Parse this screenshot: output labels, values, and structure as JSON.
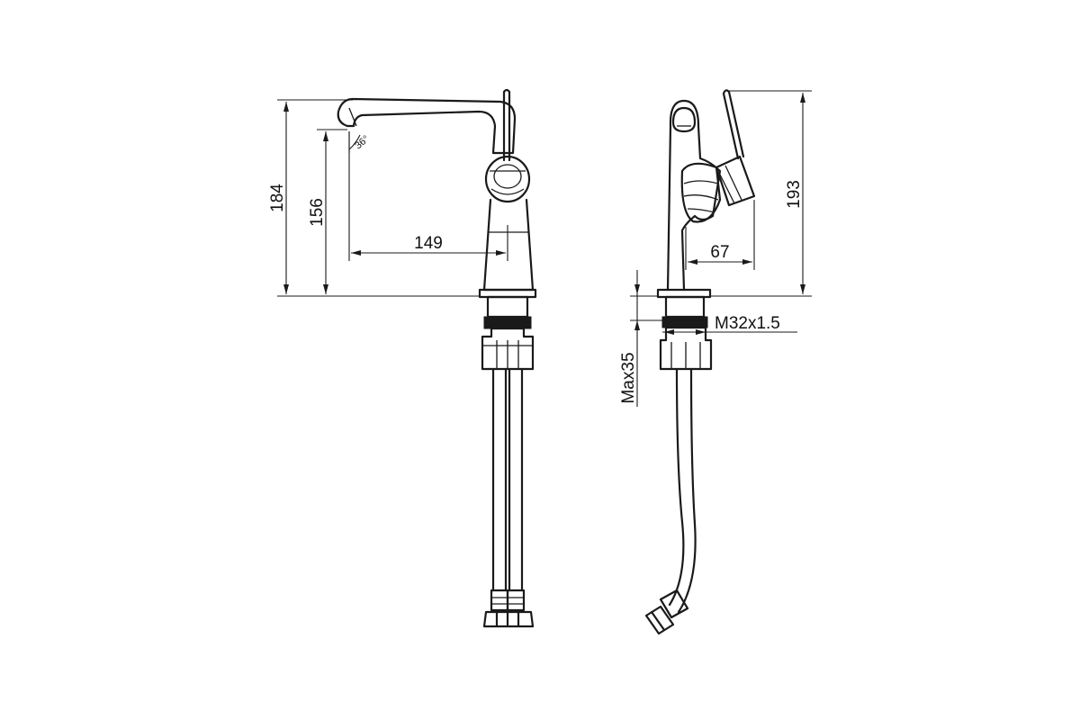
{
  "dimensions": {
    "overall_height_front": "184",
    "spout_height": "156",
    "spout_reach": "149",
    "spout_angle": "36°",
    "overall_height_side": "193",
    "lever_offset": "67",
    "thread": "M32x1.5",
    "max_deck_thickness": "Max35"
  },
  "colors": {
    "line": "#1a1a1a",
    "background": "#ffffff"
  }
}
